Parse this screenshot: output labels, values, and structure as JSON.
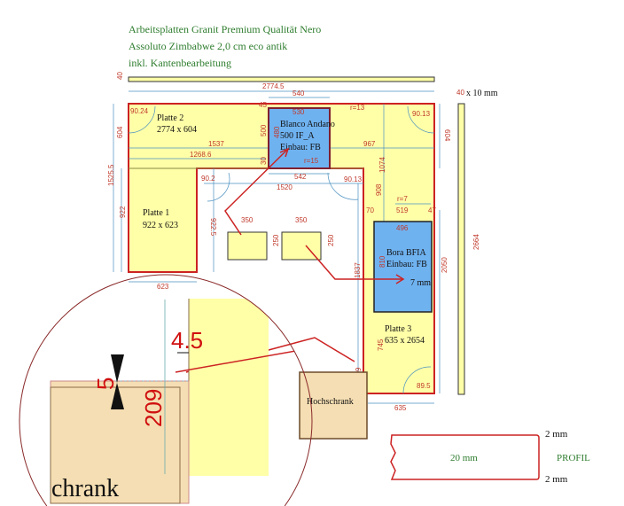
{
  "header": {
    "line1": "Arbeitsplatten Granit Premium Qualität Nero",
    "line2": "Assoluto Zimbabwe 2,0 cm eco antik",
    "line3": "inkl. Kantenbearbeitung"
  },
  "colors": {
    "worktop": "#ffffa8",
    "outline": "#cc2222",
    "sink": "#6fb2f0",
    "dimension": "#4a90c0",
    "cabinet": "#f5deb3",
    "header_text": "#2e7d2e"
  },
  "strip_top": {
    "thickness": "40"
  },
  "strip_right": {
    "label": "x 10 mm",
    "thickness": "40",
    "length": "2664"
  },
  "dims": {
    "total_width": "2774.5",
    "sink_outer": "540",
    "sink_inner": "530",
    "r13": "r=13",
    "r15": "r=15",
    "angle_tl": "90.24",
    "angle_tr": "90.13",
    "depth_left": "604",
    "depth_right": "604",
    "d1537": "1537",
    "d1268": "1268.6",
    "d967": "967",
    "d500": "500",
    "d480": "480",
    "d45": "45",
    "d30": "30",
    "d542": "542",
    "d1520": "1520",
    "angle_in_l": "90.2",
    "angle_in_r": "90.13",
    "d1074": "1074",
    "d908": "908",
    "r7": "r=7",
    "d519": "519",
    "d70": "70",
    "d47": "47",
    "d496": "496",
    "d810": "810",
    "d2050": "2050",
    "d1525": "1525.5",
    "d922": "922",
    "d922_5": "922.5",
    "d623": "623",
    "d350a": "350",
    "d350b": "350",
    "d250a": "250",
    "d250b": "250",
    "d1837": "1837",
    "d745": "745",
    "d209": "209",
    "d635": "635",
    "angle_br": "89.5",
    "bora_gap": "7 mm"
  },
  "plates": [
    {
      "name": "Platte 2",
      "size": "2774 x 604"
    },
    {
      "name": "Platte 1",
      "size": "922 x 623"
    },
    {
      "name": "Platte 3",
      "size": "635 x 2654"
    }
  ],
  "sink": {
    "line1": "Blanco Andano",
    "line2": "500 IF_A",
    "line3": "Einbau: FB"
  },
  "hob": {
    "line1": "Bora BFIA",
    "line2": "Einbau: FB"
  },
  "cabinet": {
    "label": "Hochschrank"
  },
  "detail": {
    "gap_x": "4.5",
    "gap_y": "5",
    "depth": "209",
    "cabinet_partial": "chrank"
  },
  "profile": {
    "thickness": "20 mm",
    "top_edge": "2 mm",
    "bottom_edge": "2 mm",
    "title": "PROFIL"
  }
}
